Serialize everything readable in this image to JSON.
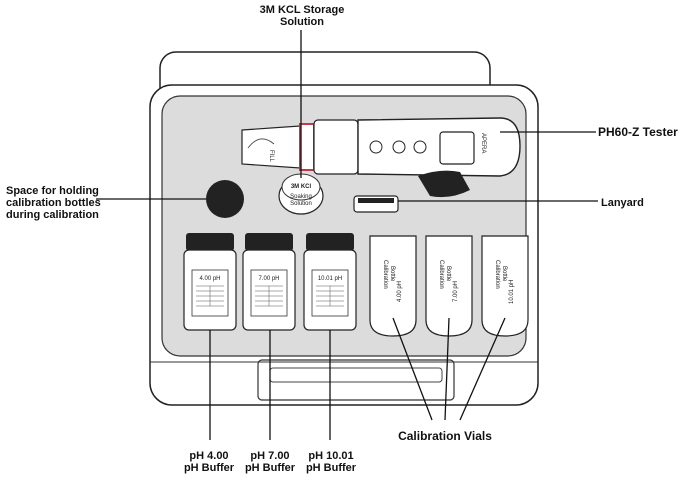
{
  "callouts": {
    "kcl": [
      "3M KCL Storage",
      "Solution"
    ],
    "tester": "PH60-Z Tester",
    "holder": [
      "Space for holding",
      "calibration bottles",
      "during calibration"
    ],
    "lanyard": "Lanyard",
    "vials": "Calibration Vials",
    "buffer_400": [
      "pH 4.00",
      "pH Buffer"
    ],
    "buffer_700": [
      "pH 7.00",
      "pH Buffer"
    ],
    "buffer_1001": [
      "pH 10.01",
      "pH Buffer"
    ]
  },
  "bottles": [
    "4.00 pH",
    "7.00 pH",
    "10.01 pH"
  ],
  "vials": [
    {
      "line1": "Calibration",
      "line2": "Bottle",
      "ph": "4.00 pH"
    },
    {
      "line1": "Calibration",
      "line2": "Bottle",
      "ph": "7.00 pH"
    },
    {
      "line1": "Calibration",
      "line2": "Bottle",
      "ph": "10.01 pH"
    }
  ],
  "kcl_cap": [
    "3M KCl",
    "Soaking",
    "Solution"
  ],
  "tester_text": {
    "fill": "FILL",
    "brand": "APERA"
  }
}
